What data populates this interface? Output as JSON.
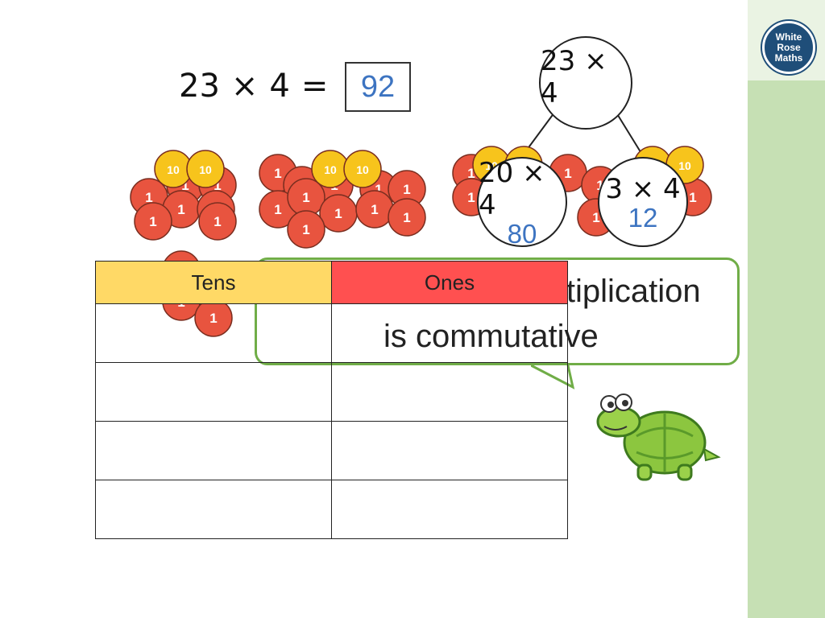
{
  "logo": {
    "line1": "White",
    "line2": "Rose",
    "line3": "Maths"
  },
  "equation": {
    "a": "23",
    "times": "×",
    "b": "4",
    "equals": "=",
    "answer": "92"
  },
  "counters": {
    "ten_label": "10",
    "one_label": "1"
  },
  "part_whole": {
    "whole": "23 × 4",
    "left_part": {
      "expr": "20 × 4",
      "value": "80"
    },
    "right_part": {
      "expr": "3 × 4",
      "value": "12"
    }
  },
  "speech": {
    "line1": "ltiplication",
    "line2": "is commutative"
  },
  "table": {
    "headers": [
      "Tens",
      "Ones"
    ],
    "rows": 4
  },
  "colors": {
    "ten_counter": "#f7c41c",
    "one_counter": "#e8543f",
    "answer_blue": "#3d74c1",
    "bubble_border": "#70ad47"
  }
}
